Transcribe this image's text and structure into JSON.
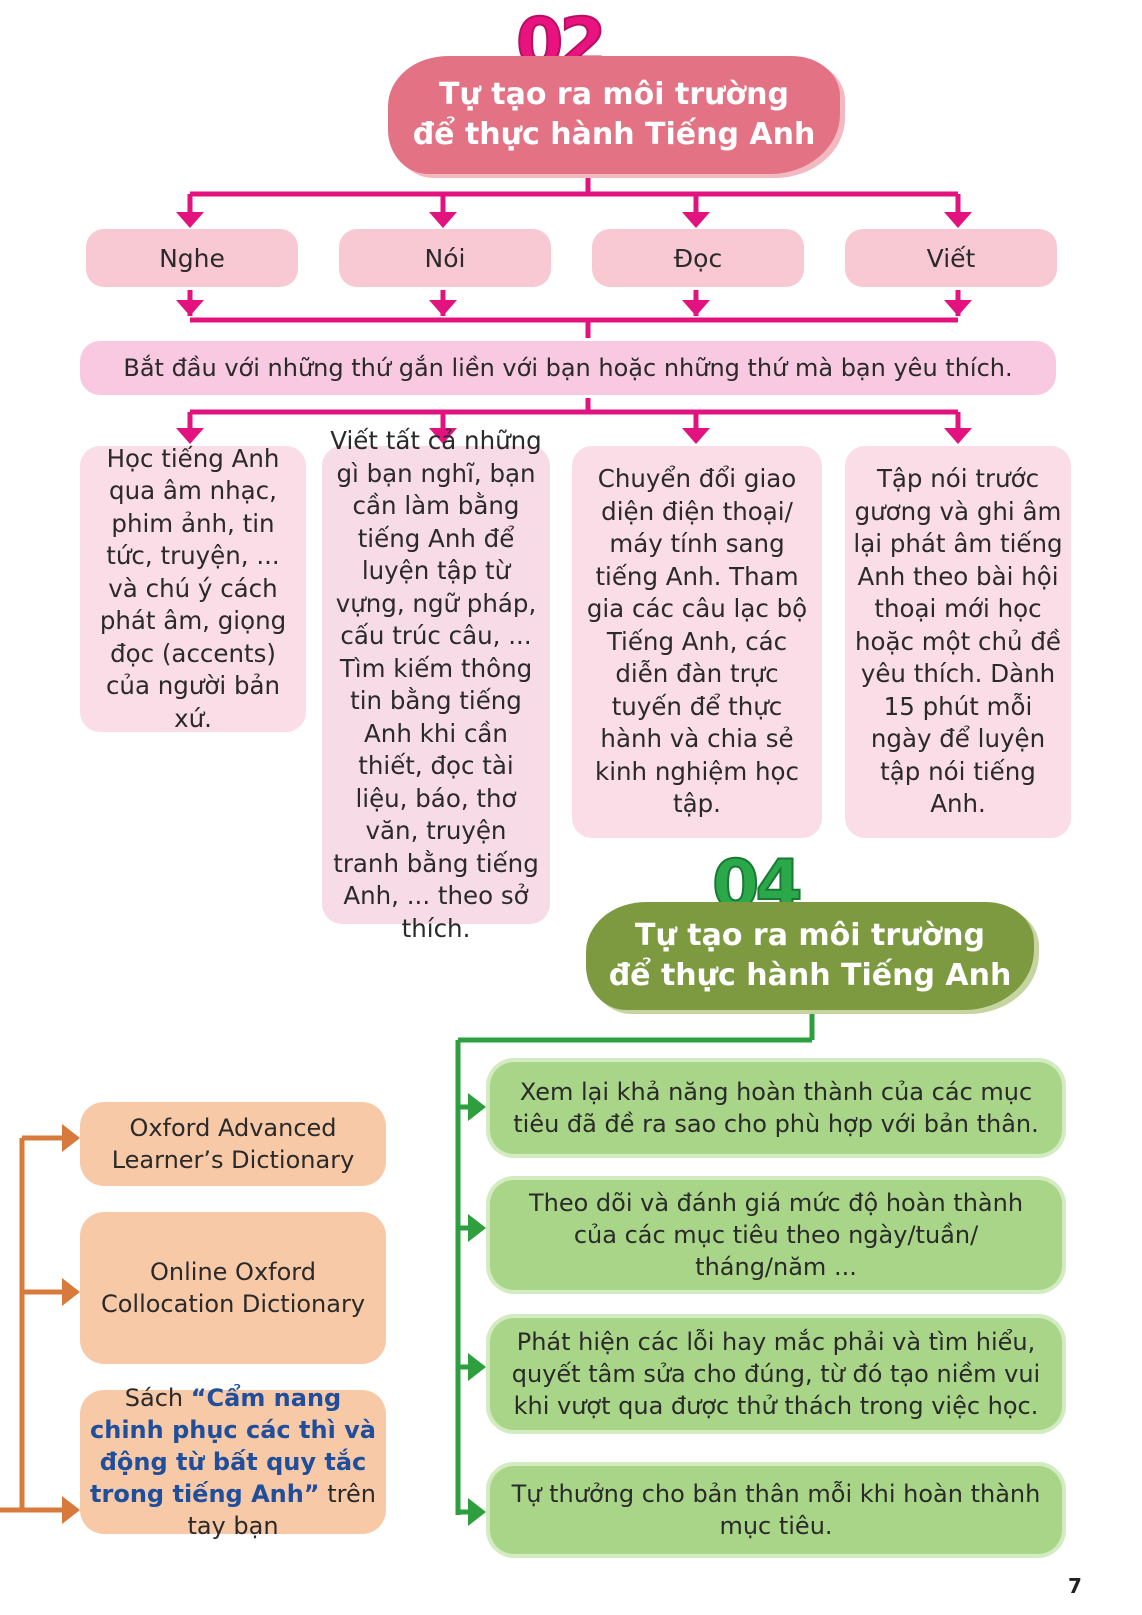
{
  "section_02": {
    "number": "02",
    "title_line1": "Tự tạo ra môi trường",
    "title_line2": "để thực hành Tiếng Anh",
    "skills": [
      "Nghe",
      "Nói",
      "Đọc",
      "Viết"
    ],
    "start_text": "Bắt đầu với những thứ gắn liền với bạn hoặc những thứ mà bạn yêu thích.",
    "tips": [
      "Học tiếng Anh qua âm nhạc, phim ảnh, tin tức, truyện, ... và chú ý cách phát âm, giọng đọc (accents) của người bản xứ.",
      "Viết tất cả những gì bạn nghĩ, bạn cần làm bằng tiếng Anh để luyện tập từ vựng, ngữ pháp, cấu trúc câu, ... Tìm kiếm thông tin bằng tiếng Anh khi cần thiết, đọc tài liệu, báo, thơ văn, truyện tranh bằng tiếng Anh, ... theo sở thích.",
      "Chuyển đổi giao diện điện thoại/ máy tính sang tiếng Anh. Tham gia các câu lạc bộ Tiếng Anh, các diễn đàn trực tuyến để thực hành và chia sẻ kinh nghiệm học tập.",
      "Tập nói trước gương và ghi âm lại phát âm tiếng Anh theo bài hội thoại mới học hoặc một chủ đề yêu thích. Dành 15 phút mỗi ngày để luyện tập nói tiếng Anh."
    ]
  },
  "resources": {
    "item1": "Oxford Advanced Learner’s Dictionary",
    "item2": "Online Oxford Collocation Dictionary",
    "item3_prefix": "Sách ",
    "item3_highlight": "“Cẩm nang chinh phục các thì và động từ bất quy tắc trong tiếng Anh”",
    "item3_suffix": " trên tay bạn"
  },
  "section_04": {
    "number": "04",
    "title_line1": "Tự tạo ra môi trường",
    "title_line2": "để thực hành Tiếng Anh",
    "steps": [
      "Xem lại khả năng hoàn thành của các mục tiêu đã đề ra sao cho phù hợp với bản thân.",
      "Theo dõi và đánh giá mức độ hoàn thành của các mục tiêu theo ngày/tuần/ tháng/năm ...",
      "Phát hiện các lỗi hay mắc phải và tìm hiểu, quyết tâm sửa cho đúng, từ đó tạo niềm vui khi vượt qua được thử thách trong việc học.",
      "Tự thưởng cho bản thân mỗi khi hoàn thành mục tiêu."
    ]
  },
  "page_number": "7",
  "colors": {
    "magenta": "#e2137f",
    "green": "#2e9f3f",
    "orange": "#d77a3c"
  }
}
